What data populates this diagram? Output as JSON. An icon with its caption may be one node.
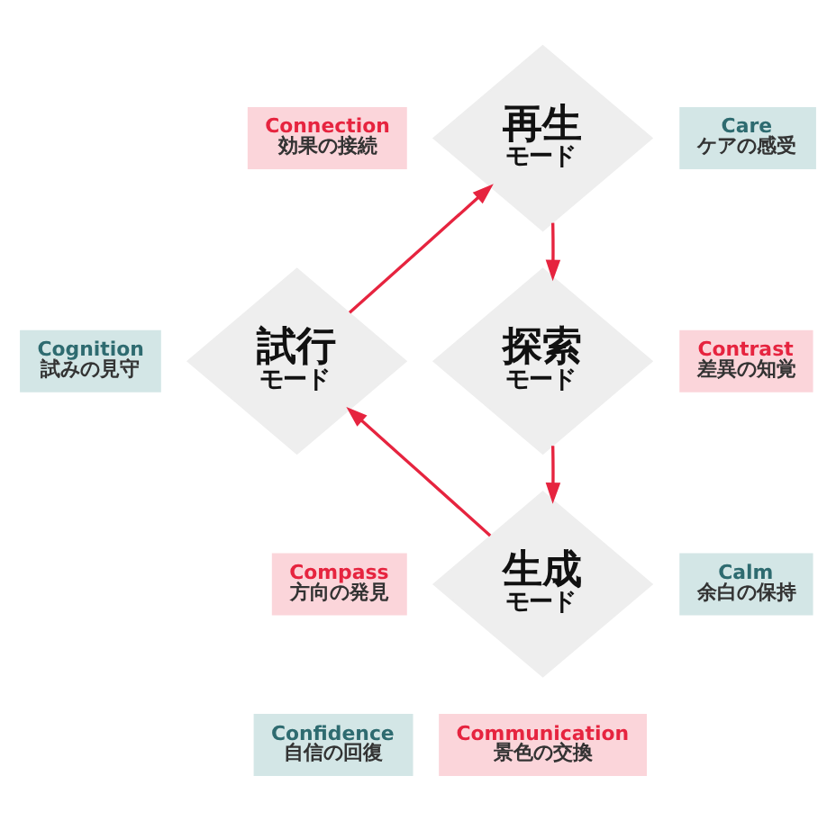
{
  "diagram": {
    "nodes": [
      {
        "text": [
          "Connection",
          "効果の接続"
        ]
      },
      {
        "text": [
          "Care",
          "ケアの感受"
        ]
      },
      {
        "text": [
          "Cognition",
          "試みの見守"
        ]
      },
      {
        "text": [
          "再生",
          "モード"
        ]
      },
      {
        "text": [
          "Contrast",
          "差異の知覚"
        ]
      },
      {
        "text": [
          "試行",
          "モード"
        ]
      },
      {
        "text": [
          "探索",
          "モード"
        ]
      },
      {
        "text": [
          "生成",
          "モード"
        ]
      },
      {
        "text": [
          "Compass",
          "方向の発見"
        ]
      },
      {
        "text": [
          "Calm",
          "余白の保持"
        ]
      },
      {
        "text": [
          "Confidence",
          "自信の回復"
        ]
      },
      {
        "text": [
          "Communication",
          "景色の交換"
        ]
      }
    ],
    "edges": [
      {
        "from": 5,
        "to": 3,
        "arrow": "to"
      },
      {
        "from": 3,
        "to": 6,
        "arrow": "to"
      },
      {
        "from": 6,
        "to": 7,
        "arrow": "to"
      },
      {
        "from": 7,
        "to": 5,
        "arrow": "to"
      }
    ]
  }
}
